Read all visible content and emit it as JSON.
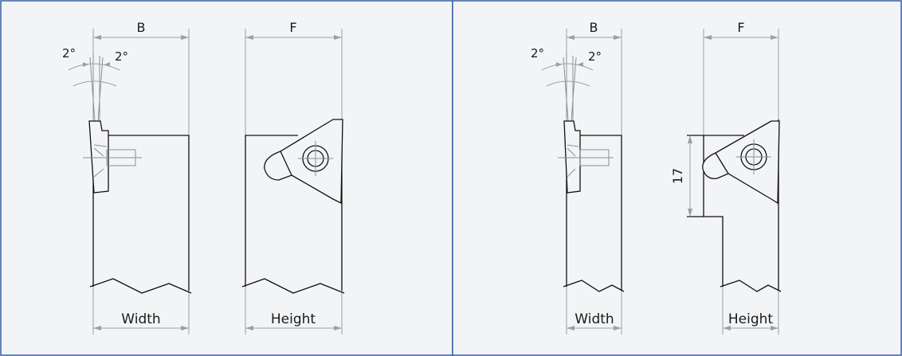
{
  "panels": [
    {
      "id": "left",
      "dims": {
        "B": "B",
        "F": "F"
      },
      "angles": {
        "left": "2°",
        "right": "2°"
      },
      "bottom_labels": {
        "width": "Width",
        "height": "Height"
      }
    },
    {
      "id": "right",
      "dims": {
        "B": "B",
        "F": "F",
        "height_dim": "17"
      },
      "angles": {
        "left": "2°",
        "right": "2°"
      },
      "bottom_labels": {
        "width": "Width",
        "height": "Height"
      }
    }
  ],
  "colors": {
    "background": "#f3f4f6",
    "border": "#3b5fa7",
    "dimension_line": "#9aa0a6",
    "outline": "#111111"
  }
}
